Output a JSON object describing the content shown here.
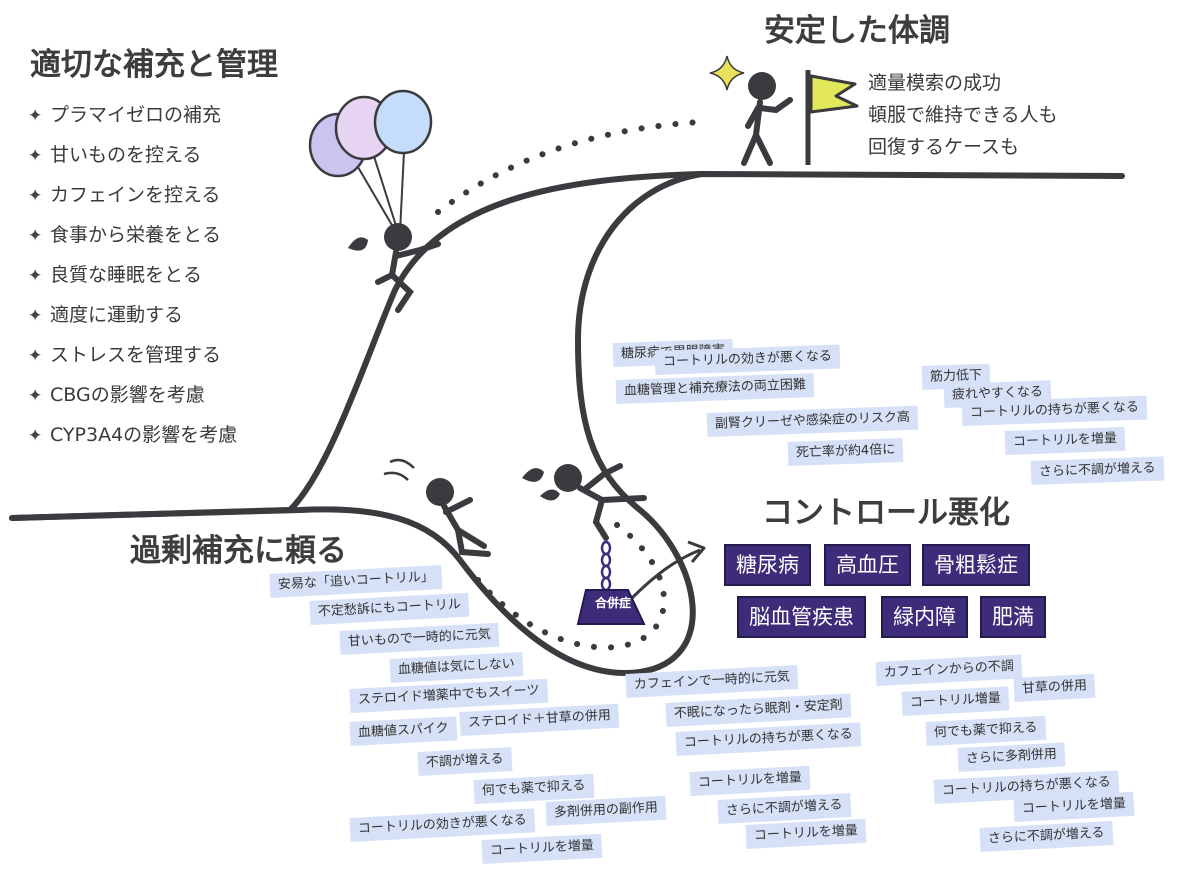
{
  "headings": {
    "management": "適切な補充と管理",
    "stable": "安定した体調",
    "worsening": "コントロール悪化",
    "over_reliance": "過剰補充に頼る"
  },
  "management_items": [
    "プラマイゼロの補充",
    "甘いものを控える",
    "カフェインを控える",
    "食事から栄養をとる",
    "良質な睡眠をとる",
    "適度に運動する",
    "ストレスを管理する",
    "CBGの影響を考慮",
    "CYP3A4の影響を考慮"
  ],
  "bullet_glyph": "✦",
  "stable_notes": [
    "適量模索の成功",
    "頓服で維持できる人も",
    "回復するケースも"
  ],
  "complication_weight": "合併症",
  "diseases": [
    "糖尿病",
    "高血圧",
    "骨粗鬆症",
    "脳血管疾患",
    "緑内障",
    "肥満"
  ],
  "tags": {
    "inner_left": [
      "糖尿病で胃腸障害",
      "コートリルの効きが悪くなる",
      "血糖管理と補充療法の両立困難",
      "副腎クリーゼや感染症のリスク高",
      "死亡率が約4倍に"
    ],
    "inner_right": [
      "筋力低下",
      "疲れやすくなる",
      "コートリルの持ちが悪くなる",
      "コートリルを増量",
      "さらに不調が増える"
    ],
    "bottom_left": [
      "安易な「追いコートリル」",
      "不定愁訴にもコートリル",
      "甘いもので一時的に元気",
      "血糖値は気にしない",
      "ステロイド増薬中でもスイーツ",
      "血糖値スパイク",
      "ステロイド＋甘草の併用",
      "不調が増える",
      "何でも薬で抑える",
      "コートリルの効きが悪くなる",
      "多剤併用の副作用",
      "コートリルを増量"
    ],
    "bottom_mid": [
      "カフェインで一時的に元気",
      "不眠になったら眠剤・安定剤",
      "コートリルの持ちが悪くなる",
      "コートリルを増量",
      "さらに不調が増える",
      "コートリルを増量"
    ],
    "bottom_right": [
      "カフェインからの不調",
      "コートリル増量",
      "甘草の併用",
      "何でも薬で抑える",
      "さらに多剤併用",
      "コートリルの持ちが悪くなる",
      "コートリルを増量",
      "さらに不調が増える"
    ]
  },
  "colors": {
    "line": "#3a3a3f",
    "tag_bg": "#d6e1f7",
    "disease_bg": "#3d2c79",
    "flag": "#e2e85a",
    "sparkle": "#e8e25a",
    "balloons": [
      "#c9c4f0",
      "#e7d4f3",
      "#c5dcfa"
    ]
  },
  "icons": [
    "sparkle-icon",
    "flag-icon",
    "balloon-icon",
    "sweat-drop-icon",
    "chain-icon",
    "weight-icon",
    "stick-figure-icon"
  ]
}
